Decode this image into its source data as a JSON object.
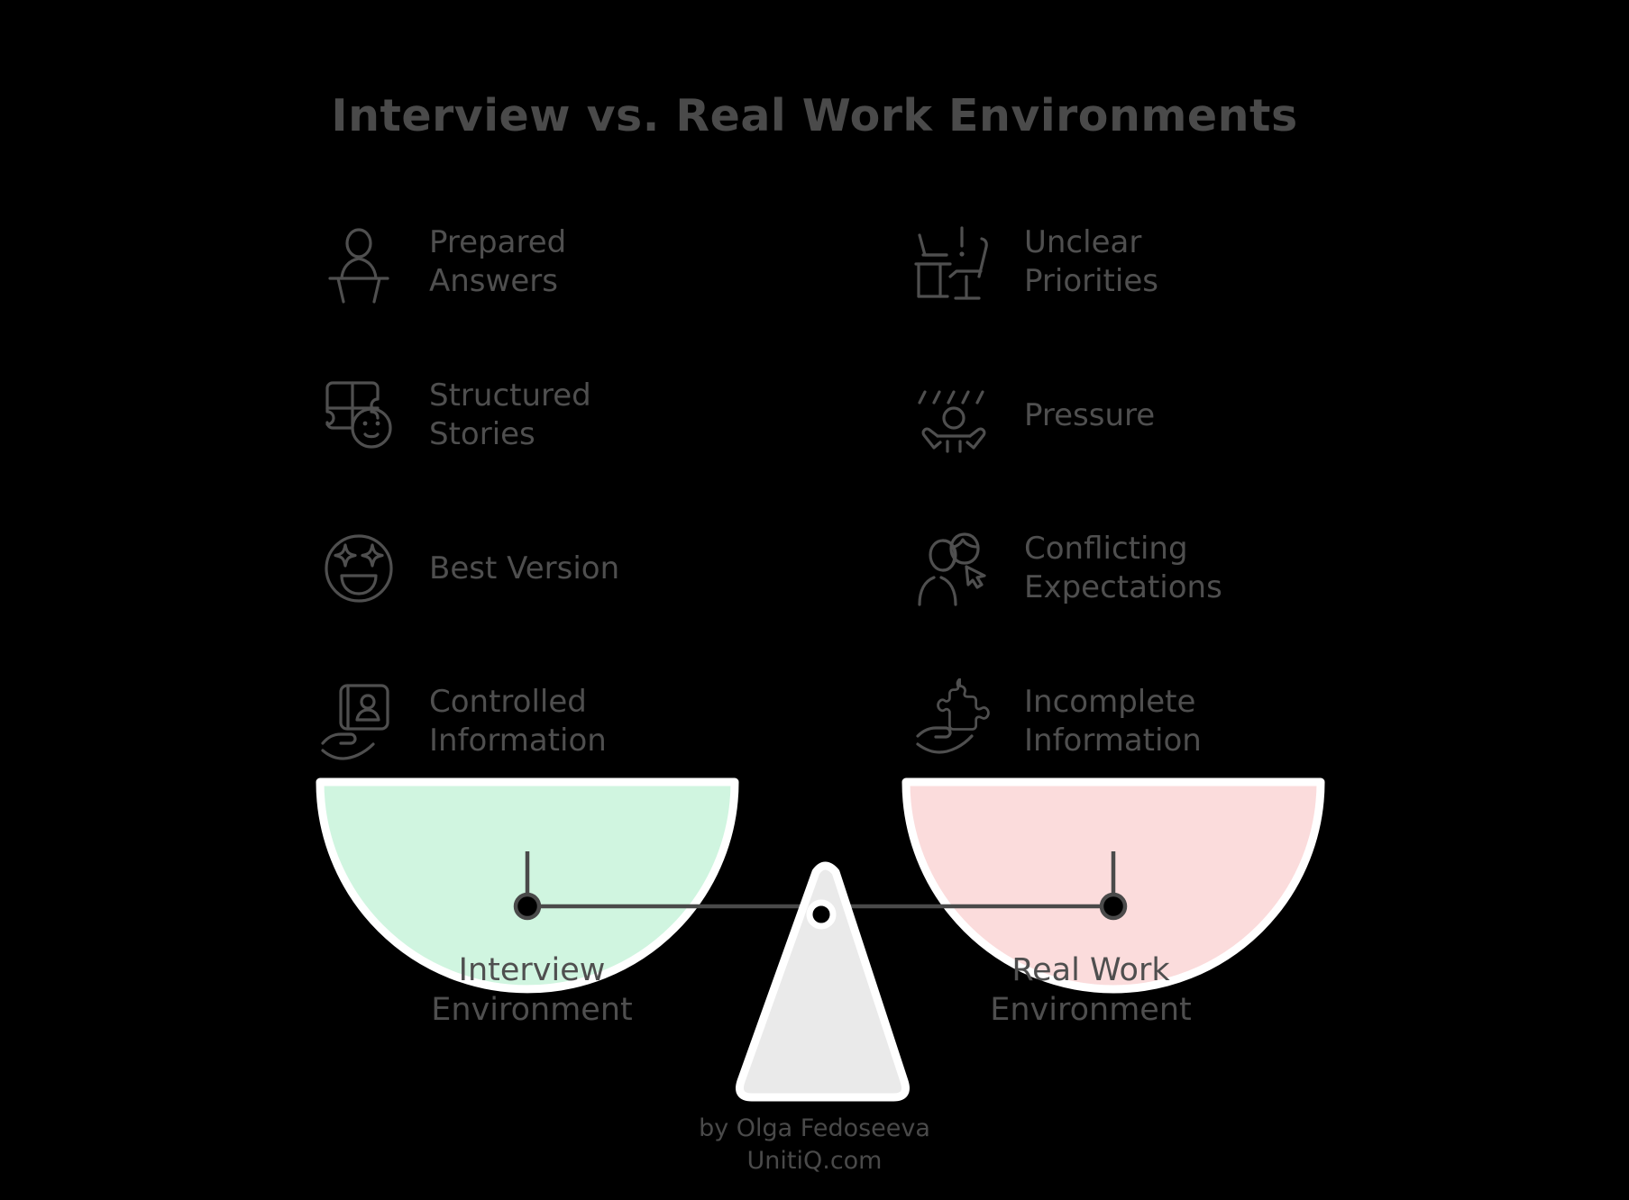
{
  "title": "Interview vs. Real Work Environments",
  "colors": {
    "background": "#000000",
    "text": "#4f4f4f",
    "title_text": "#4a4a4a",
    "icon_stroke": "#4f4f4f",
    "left_pan_fill": "#d0f5e0",
    "right_pan_fill": "#fbdcdc",
    "pan_stroke": "#ffffff",
    "beam": "#4a4a4a",
    "fulcrum_fill": "#eaeaea",
    "fulcrum_stroke": "#ffffff"
  },
  "left_column": {
    "base_label": "Interview\nEnvironment",
    "items": [
      {
        "icon": "person-at-podium-icon",
        "label": "Prepared\nAnswers"
      },
      {
        "icon": "puzzle-piece-smiley-icon",
        "label": "Structured\nStories"
      },
      {
        "icon": "star-struck-face-icon",
        "label": "Best Version"
      },
      {
        "icon": "hand-holding-id-card-icon",
        "label": "Controlled\nInformation"
      }
    ]
  },
  "right_column": {
    "base_label": "Real Work\nEnvironment",
    "items": [
      {
        "icon": "desk-chair-exclamation-icon",
        "label": "Unclear\nPriorities"
      },
      {
        "icon": "person-under-pressure-icon",
        "label": "Pressure"
      },
      {
        "icon": "two-people-cursor-icon",
        "label": "Conflicting\nExpectations"
      },
      {
        "icon": "hand-holding-puzzle-piece-icon",
        "label": "Incomplete\nInformation"
      }
    ]
  },
  "attribution": "by Olga Fedoseeva\nUnitiQ.com"
}
